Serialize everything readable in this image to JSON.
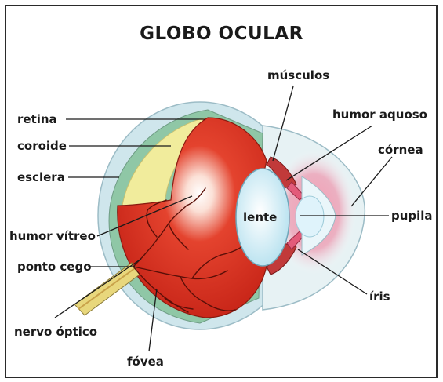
{
  "title": "GLOBO OCULAR",
  "labels": {
    "retina": "retina",
    "coroide": "coroide",
    "esclera": "esclera",
    "humor_vitreo": "humor vítreo",
    "ponto_cego": "ponto cego",
    "nervo_optico": "nervo óptico",
    "fovea": "fóvea",
    "musculos": "músculos",
    "humor_aquoso": "humor aquoso",
    "cornea": "córnea",
    "lente": "lente",
    "pupila": "pupila",
    "iris": "íris"
  },
  "colors": {
    "vitreous_red": "#d2281a",
    "sclera_blue": "#cfe6ec",
    "choroid_green": "#8fc7a6",
    "retina_yellow": "#f1ec9c",
    "cornea_pink": "#ec6a8a",
    "lens_blue": "#dff3fb"
  }
}
